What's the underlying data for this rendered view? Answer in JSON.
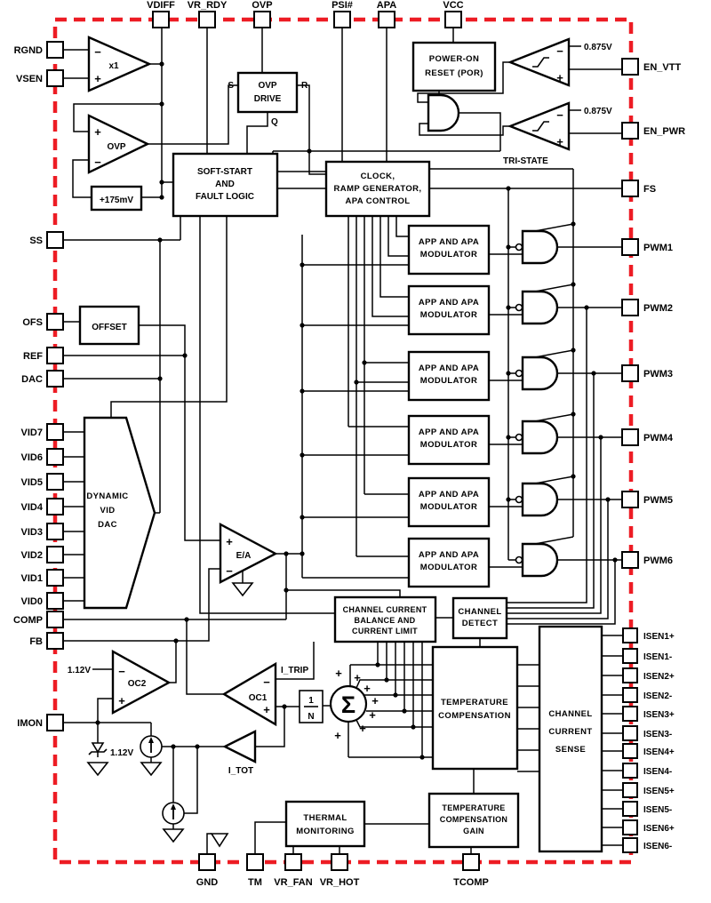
{
  "pins": {
    "top": [
      "VDIFF",
      "VR_RDY",
      "OVP",
      "PSI#",
      "APA",
      "VCC"
    ],
    "left": [
      "RGND",
      "VSEN",
      "SS",
      "OFS",
      "REF",
      "DAC",
      "VID7",
      "VID6",
      "VID5",
      "VID4",
      "VID3",
      "VID2",
      "VID1",
      "VID0",
      "COMP",
      "FB",
      "IMON"
    ],
    "right": [
      "EN_VTT",
      "EN_PWR",
      "FS",
      "PWM1",
      "PWM2",
      "PWM3",
      "PWM4",
      "PWM5",
      "PWM6"
    ],
    "isen": [
      "ISEN1+",
      "ISEN1-",
      "ISEN2+",
      "ISEN2-",
      "ISEN3+",
      "ISEN3-",
      "ISEN4+",
      "ISEN4-",
      "ISEN5+",
      "ISEN5-",
      "ISEN6+",
      "ISEN6-"
    ],
    "bottom": [
      "GND",
      "TM",
      "VR_FAN",
      "VR_HOT",
      "TCOMP"
    ]
  },
  "blocks": {
    "por": [
      "POWER-ON",
      "RESET (POR)"
    ],
    "ovp_drive": [
      "OVP",
      "DRIVE"
    ],
    "soft_start": [
      "SOFT-START",
      "AND",
      "FAULT LOGIC"
    ],
    "clock": [
      "CLOCK,",
      "RAMP GENERATOR,",
      "APA CONTROL"
    ],
    "modulator": [
      "APP AND APA",
      "MODULATOR"
    ],
    "offset": "OFFSET",
    "vid_dac": [
      "DYNAMIC",
      "VID",
      "DAC"
    ],
    "balance": [
      "CHANNEL CURRENT",
      "BALANCE AND",
      "CURRENT LIMIT"
    ],
    "detect": [
      "CHANNEL",
      "DETECT"
    ],
    "temp_comp": [
      "TEMPERATURE",
      "COMPENSATION"
    ],
    "sense": [
      "CHANNEL",
      "CURRENT",
      "SENSE"
    ],
    "thermal": [
      "THERMAL",
      "MONITORING"
    ],
    "tcg": [
      "TEMPERATURE",
      "COMPENSATION",
      "GAIN"
    ]
  },
  "amps": {
    "x1": "x1",
    "ovp": "OVP",
    "ea": "E/A",
    "oc1": "OC1",
    "oc2": "OC2",
    "itot": "I_TOT"
  },
  "labels": {
    "tri_state": "TRI-STATE",
    "i_trip": "I_TRIP",
    "v_0875": "0.875V",
    "v_112": "1.12V",
    "plus175": "+175mV",
    "s": "S",
    "r": "R",
    "q": "Q"
  },
  "sym": {
    "sigma": "Σ",
    "plus": "+",
    "minus": "−",
    "one": "1",
    "n": "N"
  },
  "colors": {
    "border": "#ed1c24",
    "wire": "#000000",
    "bg": "#ffffff"
  }
}
